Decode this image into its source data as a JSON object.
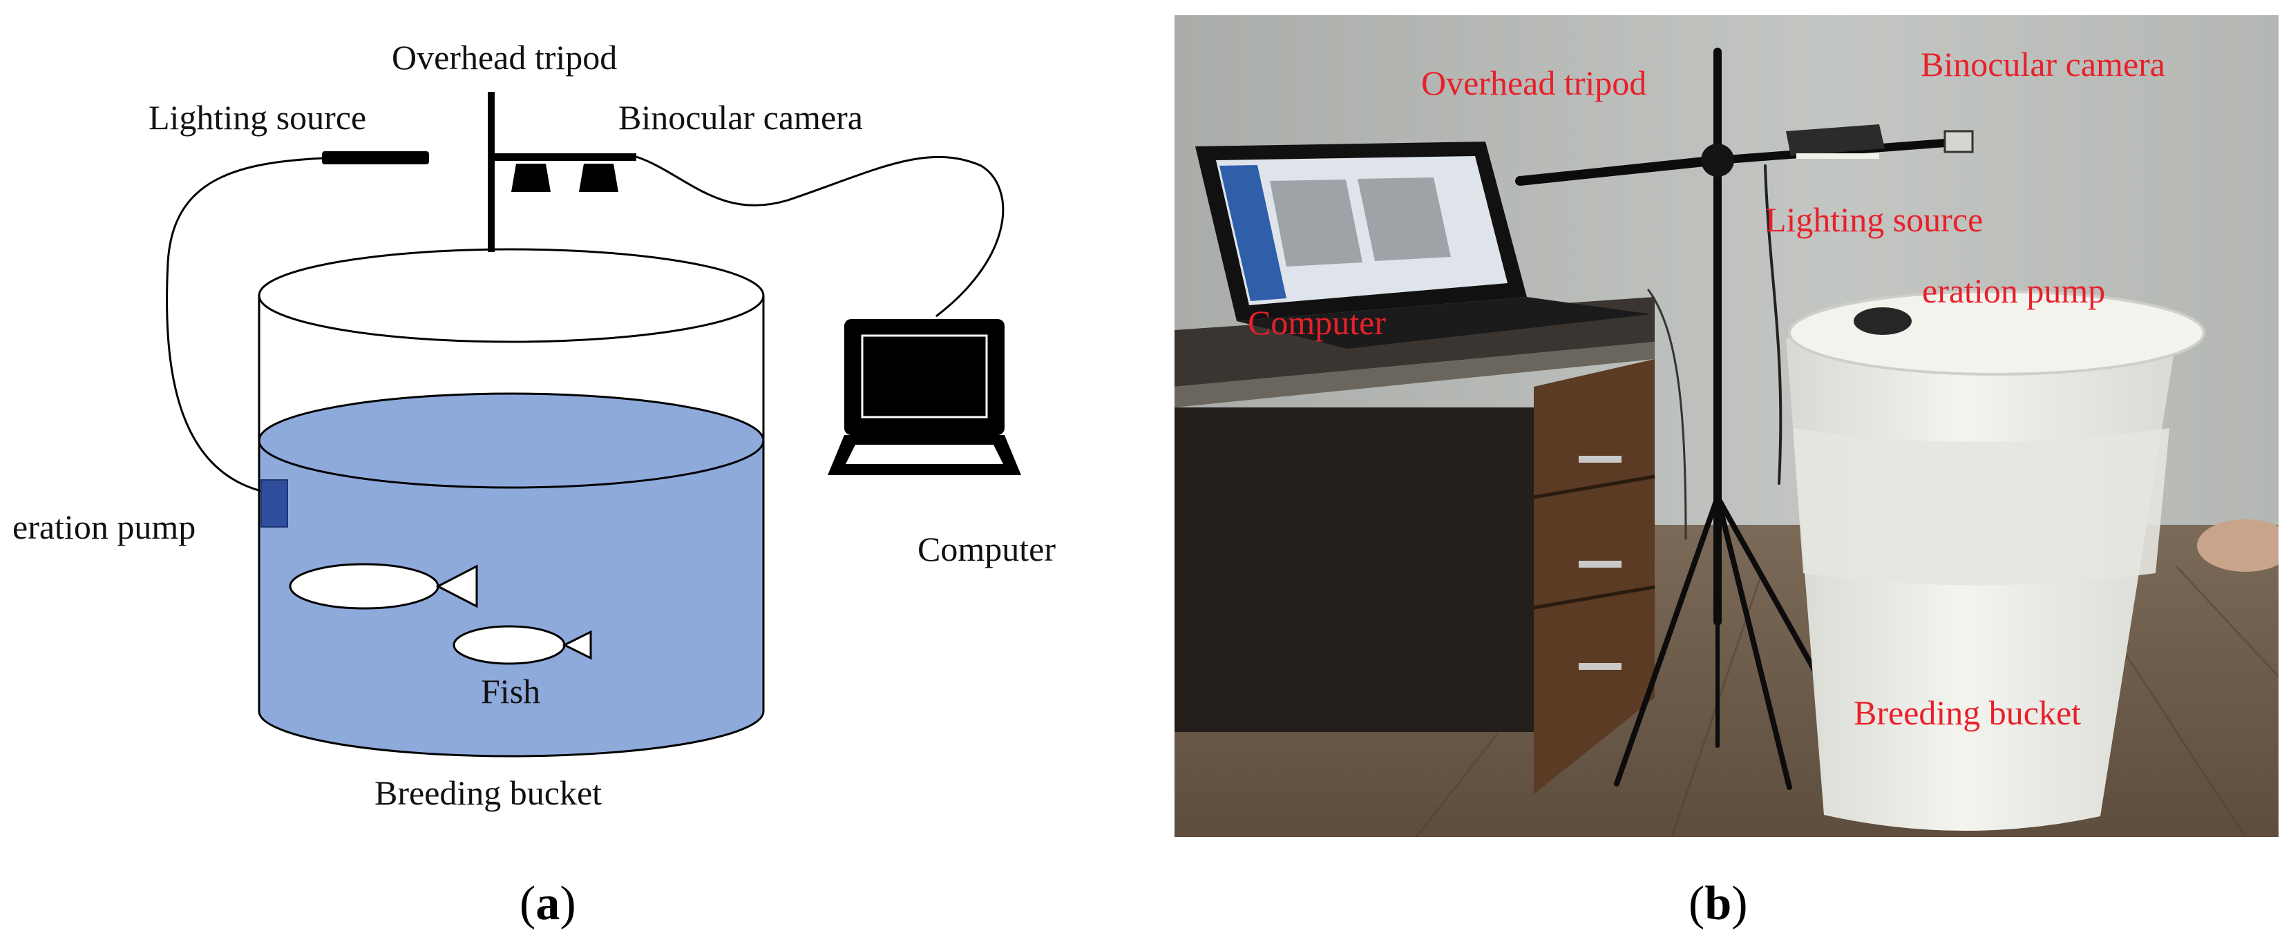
{
  "colors": {
    "water": "#8eaadb",
    "pump": "#2f4f9e",
    "photo_label": "#e8202a",
    "wall": "#b9bdb8",
    "floor": "#6b5a48",
    "bucket": "#ecece6"
  },
  "panel_a": {
    "labels": {
      "tripod": "Overhead tripod",
      "light": "Lighting source",
      "camera": "Binocular camera",
      "pump": "eration pump",
      "computer": "Computer",
      "fish": "Fish",
      "bucket": "Breeding bucket"
    },
    "caption": {
      "open": "(",
      "letter": "a",
      "close": ")"
    }
  },
  "panel_b": {
    "labels": {
      "tripod": "Overhead tripod",
      "camera": "Binocular camera",
      "light": "Lighting source",
      "pump": "eration pump",
      "computer": "Computer",
      "bucket": "Breeding bucket"
    },
    "caption": {
      "open": "(",
      "letter": "b",
      "close": ")"
    }
  }
}
